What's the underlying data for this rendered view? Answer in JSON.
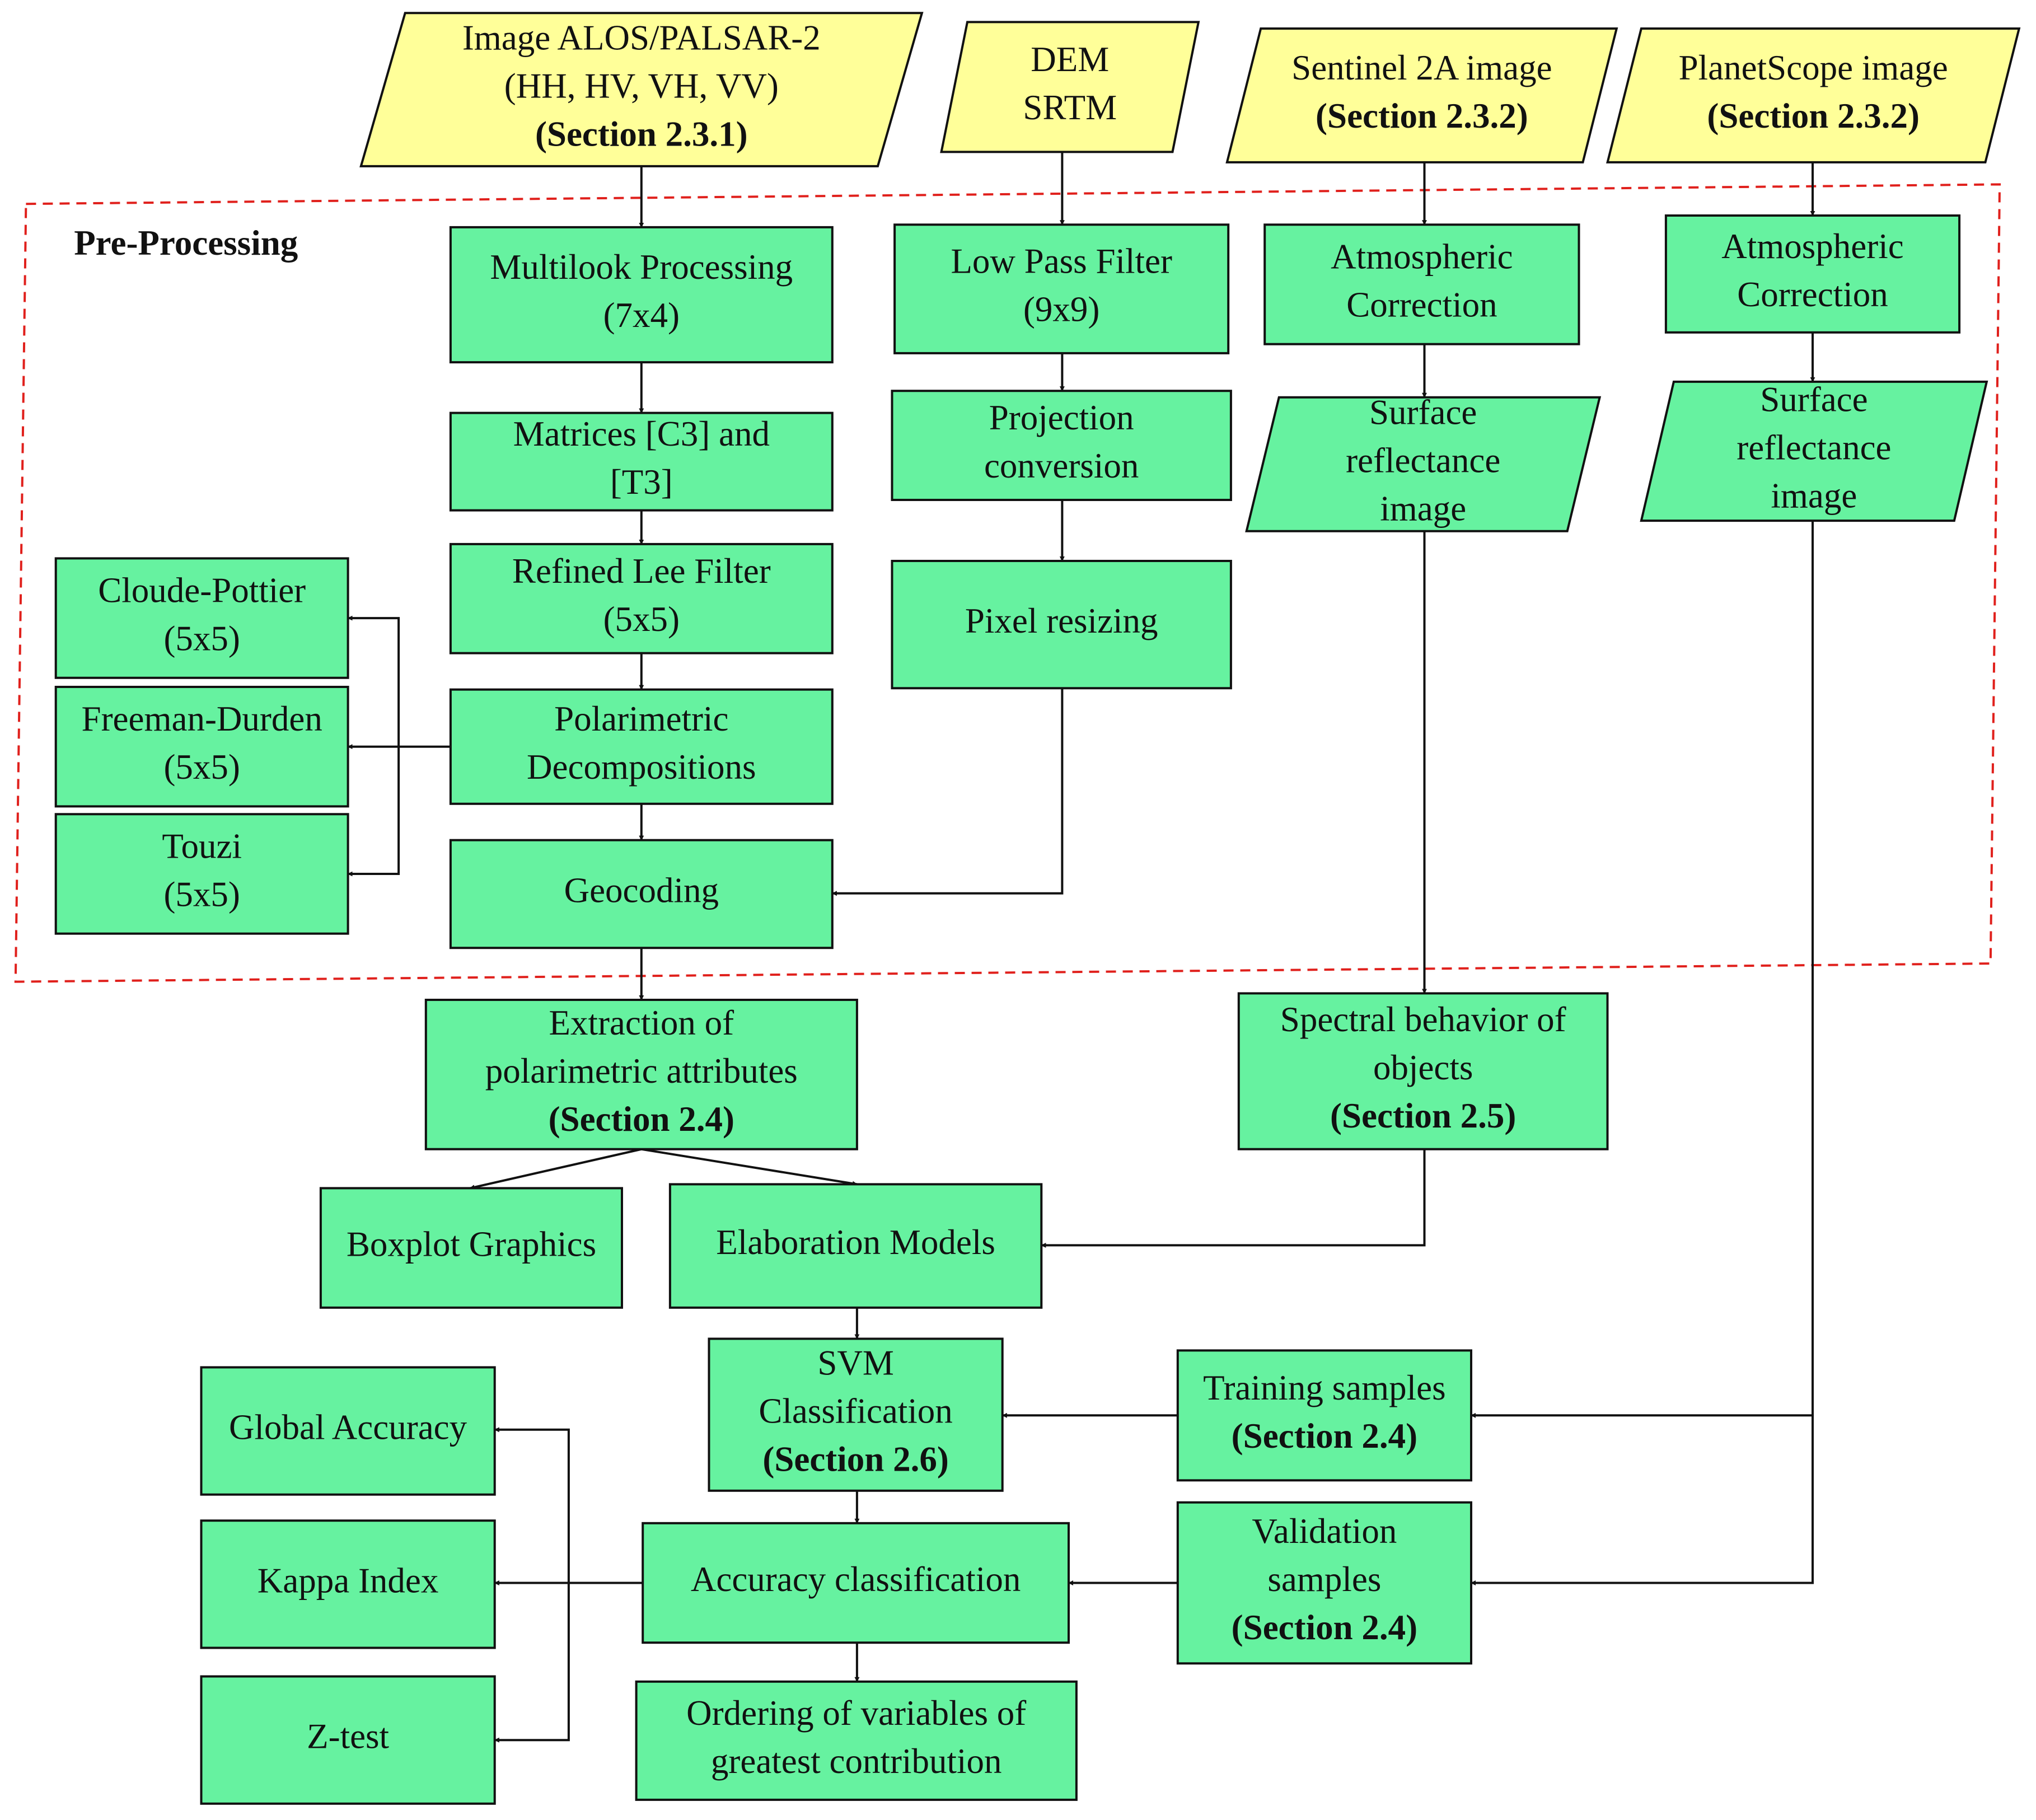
{
  "colors": {
    "input_fill": "#ffff99",
    "process_fill": "#66f2a0",
    "region_border": "#e0201c",
    "line": "#111111"
  },
  "region": {
    "label": "Pre-Processing"
  },
  "nodes": [
    {
      "id": "alos",
      "shape": "parallelogram",
      "fill": "input",
      "lines": [
        {
          "t": "Image ALOS/PALSAR-2",
          "b": false
        },
        {
          "t": "(HH, HV, VH, VV)",
          "b": false
        },
        {
          "t": "(Section 2.3.1)",
          "b": true
        }
      ]
    },
    {
      "id": "dem",
      "shape": "parallelogram",
      "fill": "input",
      "lines": [
        {
          "t": "DEM",
          "b": false
        },
        {
          "t": "SRTM",
          "b": false
        }
      ]
    },
    {
      "id": "sentinel",
      "shape": "parallelogram",
      "fill": "input",
      "lines": [
        {
          "t": "Sentinel 2A image",
          "b": false
        },
        {
          "t": "(Section 2.3.2)",
          "b": true
        }
      ]
    },
    {
      "id": "planet",
      "shape": "parallelogram",
      "fill": "input",
      "lines": [
        {
          "t": "PlanetScope image",
          "b": false
        },
        {
          "t": "(Section 2.3.2)",
          "b": true
        }
      ]
    },
    {
      "id": "multilook",
      "shape": "rect",
      "fill": "process",
      "lines": [
        {
          "t": "Multilook Processing",
          "b": false
        },
        {
          "t": "(7x4)",
          "b": false
        }
      ]
    },
    {
      "id": "matrices",
      "shape": "rect",
      "fill": "process",
      "lines": [
        {
          "t": "Matrices [C3] and",
          "b": false
        },
        {
          "t": "[T3]",
          "b": false
        }
      ]
    },
    {
      "id": "lee",
      "shape": "rect",
      "fill": "process",
      "lines": [
        {
          "t": "Refined Lee Filter",
          "b": false
        },
        {
          "t": "(5x5)",
          "b": false
        }
      ]
    },
    {
      "id": "polar",
      "shape": "rect",
      "fill": "process",
      "lines": [
        {
          "t": "Polarimetric",
          "b": false
        },
        {
          "t": "Decompositions",
          "b": false
        }
      ]
    },
    {
      "id": "geocoding",
      "shape": "rect",
      "fill": "process",
      "lines": [
        {
          "t": "Geocoding",
          "b": false
        }
      ]
    },
    {
      "id": "cloude",
      "shape": "rect",
      "fill": "process",
      "lines": [
        {
          "t": "Cloude-Pottier",
          "b": false
        },
        {
          "t": "(5x5)",
          "b": false
        }
      ]
    },
    {
      "id": "freeman",
      "shape": "rect",
      "fill": "process",
      "lines": [
        {
          "t": "Freeman-Durden",
          "b": false
        },
        {
          "t": "(5x5)",
          "b": false
        }
      ]
    },
    {
      "id": "touzi",
      "shape": "rect",
      "fill": "process",
      "lines": [
        {
          "t": "Touzi",
          "b": false
        },
        {
          "t": "(5x5)",
          "b": false
        }
      ]
    },
    {
      "id": "lowpass",
      "shape": "rect",
      "fill": "process",
      "lines": [
        {
          "t": "Low Pass Filter",
          "b": false
        },
        {
          "t": "(9x9)",
          "b": false
        }
      ]
    },
    {
      "id": "projection",
      "shape": "rect",
      "fill": "process",
      "lines": [
        {
          "t": "Projection",
          "b": false
        },
        {
          "t": "conversion",
          "b": false
        }
      ]
    },
    {
      "id": "resizing",
      "shape": "rect",
      "fill": "process",
      "lines": [
        {
          "t": "Pixel resizing",
          "b": false
        }
      ]
    },
    {
      "id": "atm1",
      "shape": "rect",
      "fill": "process",
      "lines": [
        {
          "t": "Atmospheric",
          "b": false
        },
        {
          "t": "Correction",
          "b": false
        }
      ]
    },
    {
      "id": "atm2",
      "shape": "rect",
      "fill": "process",
      "lines": [
        {
          "t": "Atmospheric",
          "b": false
        },
        {
          "t": "Correction",
          "b": false
        }
      ]
    },
    {
      "id": "surf1",
      "shape": "parallelogram",
      "fill": "process",
      "lines": [
        {
          "t": "Surface",
          "b": false
        },
        {
          "t": "reflectance",
          "b": false
        },
        {
          "t": "image",
          "b": false
        }
      ]
    },
    {
      "id": "surf2",
      "shape": "parallelogram",
      "fill": "process",
      "lines": [
        {
          "t": "Surface",
          "b": false
        },
        {
          "t": "reflectance",
          "b": false
        },
        {
          "t": "image",
          "b": false
        }
      ]
    },
    {
      "id": "extraction",
      "shape": "rect",
      "fill": "process",
      "lines": [
        {
          "t": "Extraction of",
          "b": false
        },
        {
          "t": "polarimetric attributes",
          "b": false
        },
        {
          "t": "(Section 2.4)",
          "b": true
        }
      ]
    },
    {
      "id": "spectral",
      "shape": "rect",
      "fill": "process",
      "lines": [
        {
          "t": "Spectral behavior of",
          "b": false
        },
        {
          "t": "objects",
          "b": false
        },
        {
          "t": "(Section 2.5)",
          "b": true
        }
      ]
    },
    {
      "id": "boxplot",
      "shape": "rect",
      "fill": "process",
      "lines": [
        {
          "t": "Boxplot Graphics",
          "b": false
        }
      ]
    },
    {
      "id": "elaboration",
      "shape": "rect",
      "fill": "process",
      "lines": [
        {
          "t": "Elaboration Models",
          "b": false
        }
      ]
    },
    {
      "id": "svm",
      "shape": "rect",
      "fill": "process",
      "lines": [
        {
          "t": "SVM",
          "b": false
        },
        {
          "t": "Classification",
          "b": false
        },
        {
          "t": "(Section 2.6)",
          "b": true
        }
      ]
    },
    {
      "id": "training",
      "shape": "rect",
      "fill": "process",
      "lines": [
        {
          "t": "Training samples",
          "b": false
        },
        {
          "t": "(Section 2.4)",
          "b": true
        }
      ]
    },
    {
      "id": "validation",
      "shape": "rect",
      "fill": "process",
      "lines": [
        {
          "t": "Validation",
          "b": false
        },
        {
          "t": "samples",
          "b": false
        },
        {
          "t": "(Section 2.4)",
          "b": true
        }
      ]
    },
    {
      "id": "accuracy",
      "shape": "rect",
      "fill": "process",
      "lines": [
        {
          "t": "Accuracy classification",
          "b": false
        }
      ]
    },
    {
      "id": "ordering",
      "shape": "rect",
      "fill": "process",
      "lines": [
        {
          "t": "Ordering of variables of",
          "b": false
        },
        {
          "t": "greatest contribution",
          "b": false
        }
      ]
    },
    {
      "id": "global",
      "shape": "rect",
      "fill": "process",
      "lines": [
        {
          "t": "Global Accuracy",
          "b": false
        }
      ]
    },
    {
      "id": "kappa",
      "shape": "rect",
      "fill": "process",
      "lines": [
        {
          "t": "Kappa Index",
          "b": false
        }
      ]
    },
    {
      "id": "ztest",
      "shape": "rect",
      "fill": "process",
      "lines": [
        {
          "t": "Z-test",
          "b": false
        }
      ]
    }
  ],
  "edges": [
    [
      "alos",
      "multilook"
    ],
    [
      "multilook",
      "matrices"
    ],
    [
      "matrices",
      "lee"
    ],
    [
      "lee",
      "polar"
    ],
    [
      "polar",
      "geocoding"
    ],
    [
      "polar",
      "cloude"
    ],
    [
      "polar",
      "freeman"
    ],
    [
      "polar",
      "touzi"
    ],
    [
      "dem",
      "lowpass"
    ],
    [
      "lowpass",
      "projection"
    ],
    [
      "projection",
      "resizing"
    ],
    [
      "resizing",
      "geocoding"
    ],
    [
      "sentinel",
      "atm1"
    ],
    [
      "atm1",
      "surf1"
    ],
    [
      "surf1",
      "spectral"
    ],
    [
      "planet",
      "atm2"
    ],
    [
      "atm2",
      "surf2"
    ],
    [
      "surf2",
      "training"
    ],
    [
      "surf2",
      "validation"
    ],
    [
      "geocoding",
      "extraction"
    ],
    [
      "extraction",
      "boxplot"
    ],
    [
      "extraction",
      "elaboration"
    ],
    [
      "spectral",
      "elaboration"
    ],
    [
      "elaboration",
      "svm"
    ],
    [
      "training",
      "svm"
    ],
    [
      "svm",
      "accuracy"
    ],
    [
      "validation",
      "accuracy"
    ],
    [
      "accuracy",
      "ordering"
    ],
    [
      "accuracy",
      "global"
    ],
    [
      "accuracy",
      "kappa"
    ],
    [
      "accuracy",
      "ztest"
    ]
  ]
}
